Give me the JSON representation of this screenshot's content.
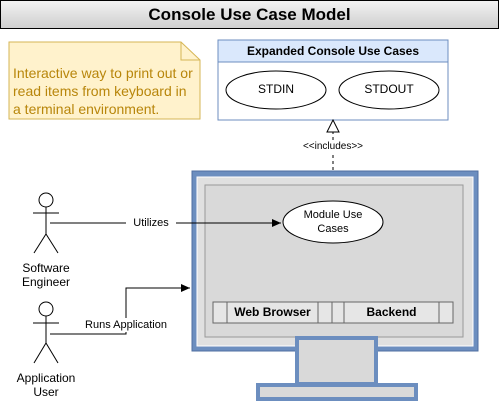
{
  "title": "Console Use Case Model",
  "note": "Interactive way to print out or read items from keyboard in a terminal environment.",
  "package": {
    "title": "Expanded Console Use Cases",
    "use_cases": [
      "STDIN",
      "STDOUT"
    ]
  },
  "relation_label": "<<includes>>",
  "module_use_case": "Module Use Cases",
  "actors": [
    {
      "name": "Software Engineer",
      "line1": "Software",
      "line2": "Engineer"
    },
    {
      "name": "Application User",
      "line1": "Application",
      "line2": "User"
    }
  ],
  "edges": {
    "utilizes": "Utilizes",
    "runs_application": "Runs Application"
  },
  "screen_bar": {
    "web_browser": "Web Browser",
    "backend": "Backend"
  },
  "colors": {
    "note_fill": "#fff2cc",
    "note_border": "#d6b656",
    "note_text": "#b8860b",
    "package_fill": "#dae8fc",
    "package_border": "#6c8ebf",
    "monitor_frame": "#6c8ebf",
    "monitor_screen": "#e0e0e0"
  }
}
